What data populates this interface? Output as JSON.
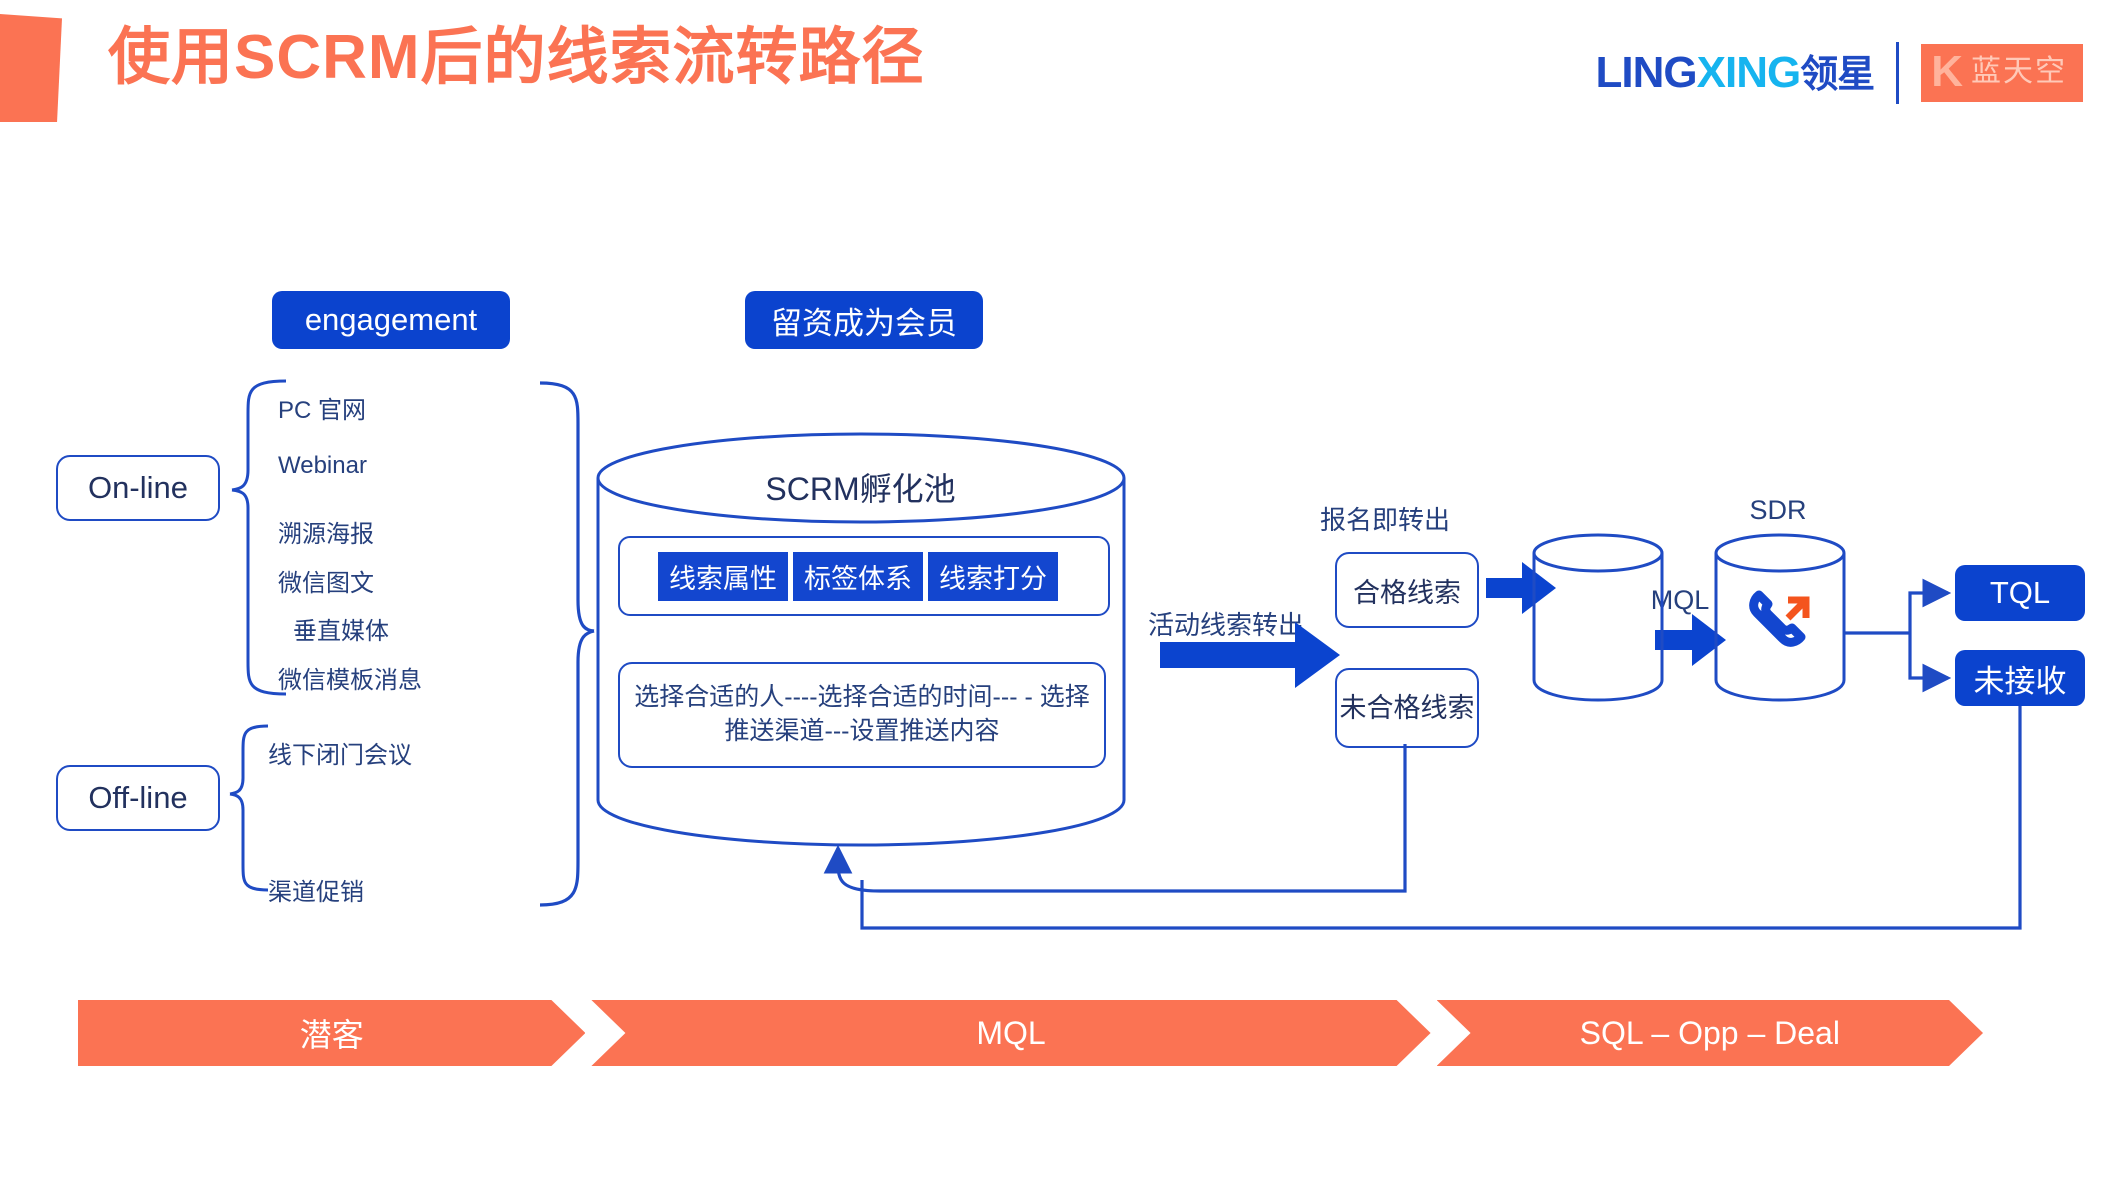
{
  "header": {
    "title": "使用SCRM后的线索流转路径",
    "brand": {
      "ling": "LINGXING",
      "xing": "XING",
      "cn": "领星"
    },
    "partner": {
      "mark": "K",
      "name": "蓝天空"
    }
  },
  "badges": {
    "engagement": "engagement",
    "membership": "留资成为会员"
  },
  "sources": {
    "online_label": "On-line",
    "online_items": [
      "PC 官网",
      "Webinar",
      "溯源海报",
      "微信图文",
      "垂直媒体",
      "微信模板消息"
    ],
    "offline_label": "Off-line",
    "offline_items": [
      "线下闭门会议",
      "渠道促销"
    ]
  },
  "pool": {
    "title": "SCRM孵化池",
    "tags": [
      "线索属性",
      "标签体系",
      "线索打分"
    ],
    "push_rule": "选择合适的人----选择合适的时间--- - 选择推送渠道---设置推送内容"
  },
  "flow": {
    "transfer_label": "活动线索转出",
    "signup_label": "报名即转出",
    "qualified": "合格线索",
    "unqualified": "未合格线索",
    "mql": "MQL",
    "sdr": "SDR",
    "sdr_icon": "outbound-call-icon",
    "tql": "TQL",
    "not_received": "未接收"
  },
  "stages": [
    "潜客",
    "MQL",
    "SQL – Opp – Deal"
  ],
  "colors": {
    "accent_orange": "#fb7353",
    "brand_blue": "#1f4bc4",
    "badge_blue": "#0b43ce",
    "arrow_blue": "#0b44cf",
    "text_navy": "#26407d"
  }
}
